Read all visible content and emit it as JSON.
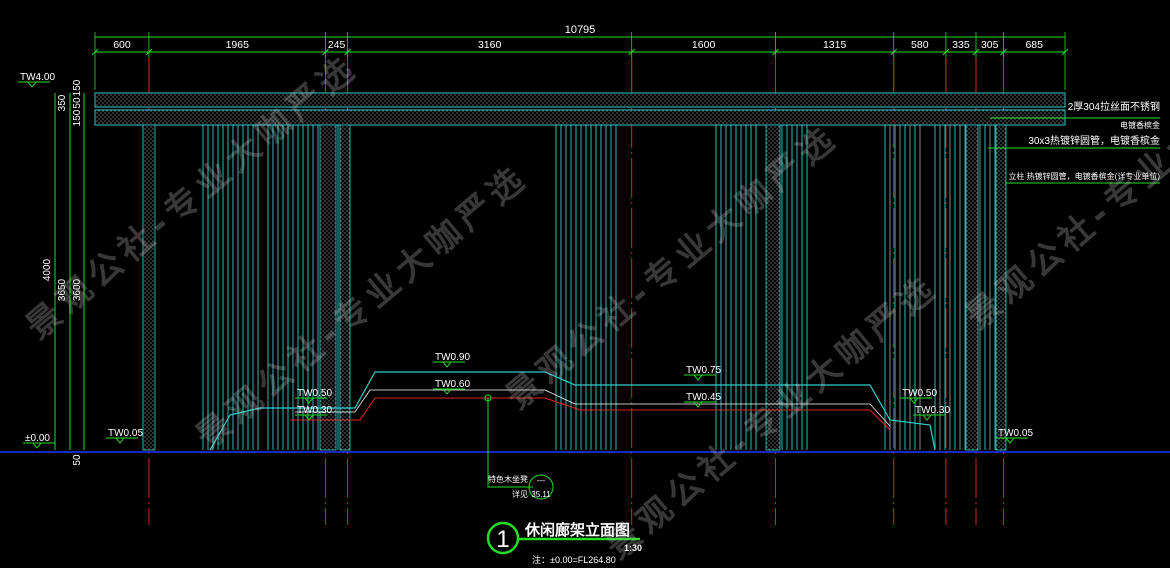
{
  "drawing": {
    "title": "休闲廊架立面图",
    "number": "1",
    "scale": "1:30",
    "note": "注：±0.00=FL264.80"
  },
  "dimensions": {
    "total": "10795",
    "segments": [
      600,
      1965,
      245,
      3160,
      1600,
      1315,
      580,
      335,
      305,
      685
    ],
    "vertical_outer": [
      "4000"
    ],
    "vertical_mid": [
      "350",
      "3650"
    ],
    "vertical_inner": [
      "150",
      "50",
      "150",
      "3600"
    ],
    "bottom": "50"
  },
  "levels": {
    "top": "TW4.00",
    "zero": "±0.00",
    "marks": [
      "TW0.90",
      "TW0.60",
      "TW0.75",
      "TW0.45",
      "TW0.50",
      "TW0.30",
      "TW0.50",
      "TW0.30",
      "TW0.05",
      "TW0.05"
    ]
  },
  "annotations": [
    {
      "line1": "2厚304拉丝面不锈钢",
      "line2": "电镀香槟金"
    },
    {
      "line1": "30x3热镀锌圆管，电镀香槟金"
    },
    {
      "line1": "立柱 热镀锌圆管，电镀香槟金(详专业单位)"
    }
  ],
  "detail_callout": {
    "label": "特色木坐凳",
    "ref": "详见",
    "top": "—",
    "bottom": "35.11"
  },
  "watermark": "景观公社-专业大咖严选"
}
